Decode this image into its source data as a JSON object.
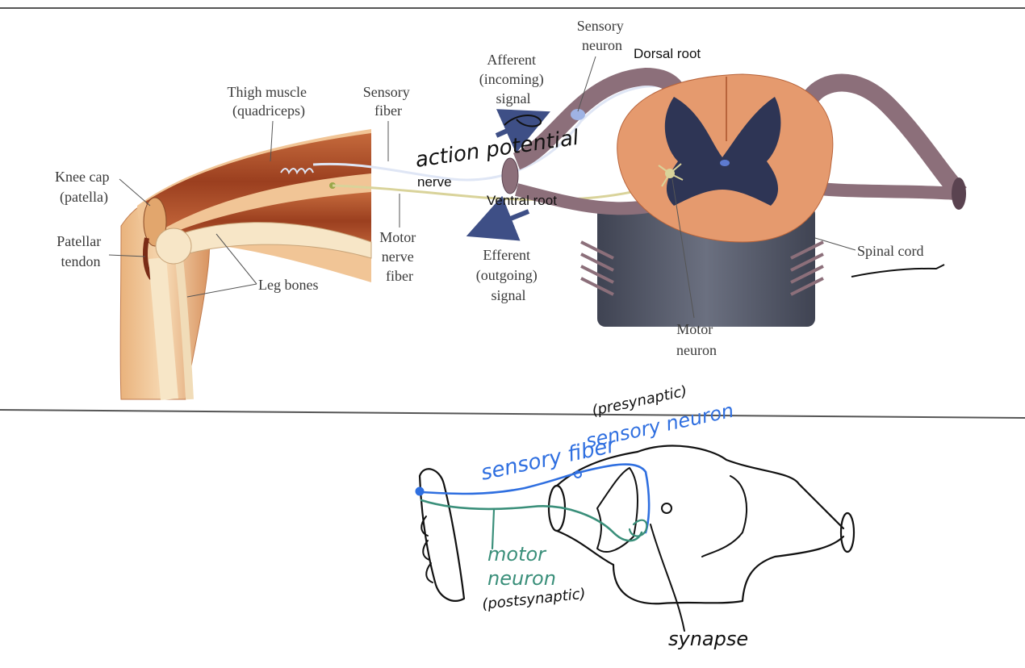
{
  "colors": {
    "rule": "#555555",
    "muscle": "#b3552e",
    "muscle_dark": "#7a2c16",
    "skin": "#f3cfa3",
    "bone": "#f5dfb7",
    "cord_orange": "#e59a6e",
    "cord_dark": "#2e3555",
    "cord_gray": "#595d6a",
    "root_purple": "#8c6f7a",
    "sensory_line": "#dfe6f5",
    "motor_line": "#d9d39a",
    "arrow_blue": "#3e4f86",
    "ink_black": "#111111",
    "ink_blue": "#2f6fe0",
    "ink_green": "#3a8f7a"
  },
  "printed_labels": {
    "thigh_muscle": [
      "Thigh muscle",
      "(quadriceps)"
    ],
    "sensory_fiber": [
      "Sensory",
      "fiber"
    ],
    "afferent": [
      "Afferent",
      "(incoming)",
      "signal"
    ],
    "sensory_neuron": [
      "Sensory",
      "neuron"
    ],
    "knee_cap": [
      "Knee cap",
      "(patella)"
    ],
    "patellar_tendon": [
      "Patellar",
      "tendon"
    ],
    "leg_bones": "Leg bones",
    "motor_nerve_fiber": [
      "Motor",
      "nerve",
      "fiber"
    ],
    "efferent": [
      "Efferent",
      "(outgoing)",
      "signal"
    ],
    "spinal_cord": "Spinal cord",
    "motor_neuron": [
      "Motor",
      "neuron"
    ]
  },
  "typed_labels": {
    "dorsal_root": "Dorsal root",
    "nerve": "nerve",
    "ventral_root": "Ventral root"
  },
  "handwritten": {
    "action_potential": "action potential",
    "sensory_fiber": "sensory fiber",
    "presynaptic": "(presynaptic)",
    "sensory_neuron": "sensory neuron",
    "motor_neuron": [
      "motor",
      "neuron"
    ],
    "postsynaptic": "(postsynaptic)",
    "synapse": "synapse"
  }
}
